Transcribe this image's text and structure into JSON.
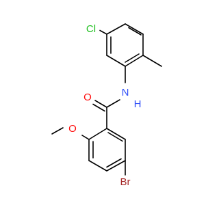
{
  "molecule": {
    "atoms": {
      "cl": {
        "symbol": "Cl",
        "color": "#1fbf1f"
      },
      "n": {
        "symbol": "N",
        "h": "H",
        "color": "#3050f8"
      },
      "o_carbonyl": {
        "symbol": "O",
        "color": "#ff0d0d"
      },
      "o_methoxy": {
        "symbol": "O",
        "color": "#ff0d0d"
      },
      "br": {
        "symbol": "Br",
        "color": "#a62929"
      }
    },
    "bond_color": "#000000"
  }
}
